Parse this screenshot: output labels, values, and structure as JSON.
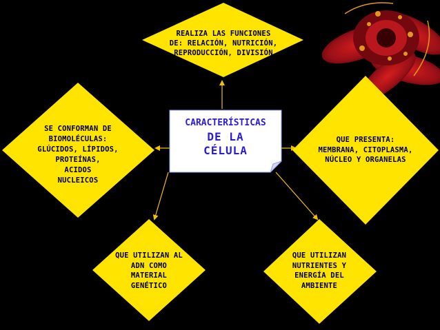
{
  "colors": {
    "background": "#000000",
    "diamond_fill": "#ffe400",
    "center_fill": "#ffffff",
    "center_text": "#2a1bd6",
    "arrow": "#f2c200",
    "box_text": "#000000",
    "flower_red": "#c0141a",
    "flower_gold": "#f0a020"
  },
  "center": {
    "line1": "CARACTERÍSTICAS",
    "line2": "DE LA",
    "line3": "CÉLULA"
  },
  "nodes": {
    "top": "REALIZA LAS FUNCIONES\nDE: RELACIÓN, NUTRICIÓN,\nREPRODUCCIÓN, DIVISIÓN",
    "left": "SE CONFORMAN DE\nBIOMOLÉCULAS:\nGLÚCIDOS, LÍPIDOS,\nPROTEÍNAS,\nACIDOS\nNUCLEICOS",
    "right": "QUE PRESENTA:\nMEMBRANA, CITOPLASMA,\nNÚCLEO Y ORGANELAS",
    "bottom_left": "QUE UTILIZAN AL\nADN COMO\nMATERIAL\nGENÉTICO",
    "bottom_right": "QUE UTILIZAN\nNUTRIENTES Y\nENERGÍA DEL\nAMBIENTE"
  },
  "decoration": {
    "image": "red-flower-decoration"
  }
}
